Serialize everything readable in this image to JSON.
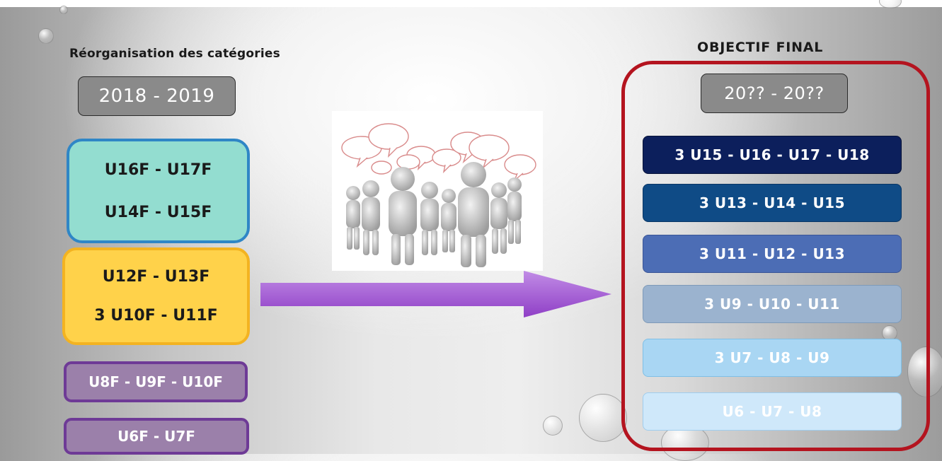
{
  "left": {
    "title": "Réorganisation des catégories",
    "season": "2018 - 2019",
    "groups": [
      {
        "lines": [
          "U16F - U17F",
          "U14F - U15F"
        ]
      },
      {
        "lines": [
          "U12F - U13F",
          "3 U10F - U11F"
        ]
      },
      {
        "lines": [
          "U8F - U9F - U10F"
        ]
      },
      {
        "lines": [
          "U6F - U7F"
        ]
      }
    ]
  },
  "right": {
    "title": "OBJECTIF FINAL",
    "season": "20?? - 20??",
    "tiers": [
      {
        "label": "3 U15 - U16 - U17 - U18",
        "color": "#0c1f5c"
      },
      {
        "label": "3 U13 - U14 - U15",
        "color": "#0f4b86"
      },
      {
        "label": "3 U11 - U12 - U13",
        "color": "#4c6db5"
      },
      {
        "label": "3 U9 - U10 - U11",
        "color": "#9bb3cf"
      },
      {
        "label": "3 U7 - U8 - U9",
        "color": "#a9d6f3"
      },
      {
        "label": "U6 - U7 - U8",
        "color": "#cfe8fa"
      }
    ],
    "frame_color": "#b4141f"
  },
  "arrow": {
    "color": "#a15ad1"
  },
  "image": {
    "icon": "people-talking-icon"
  }
}
